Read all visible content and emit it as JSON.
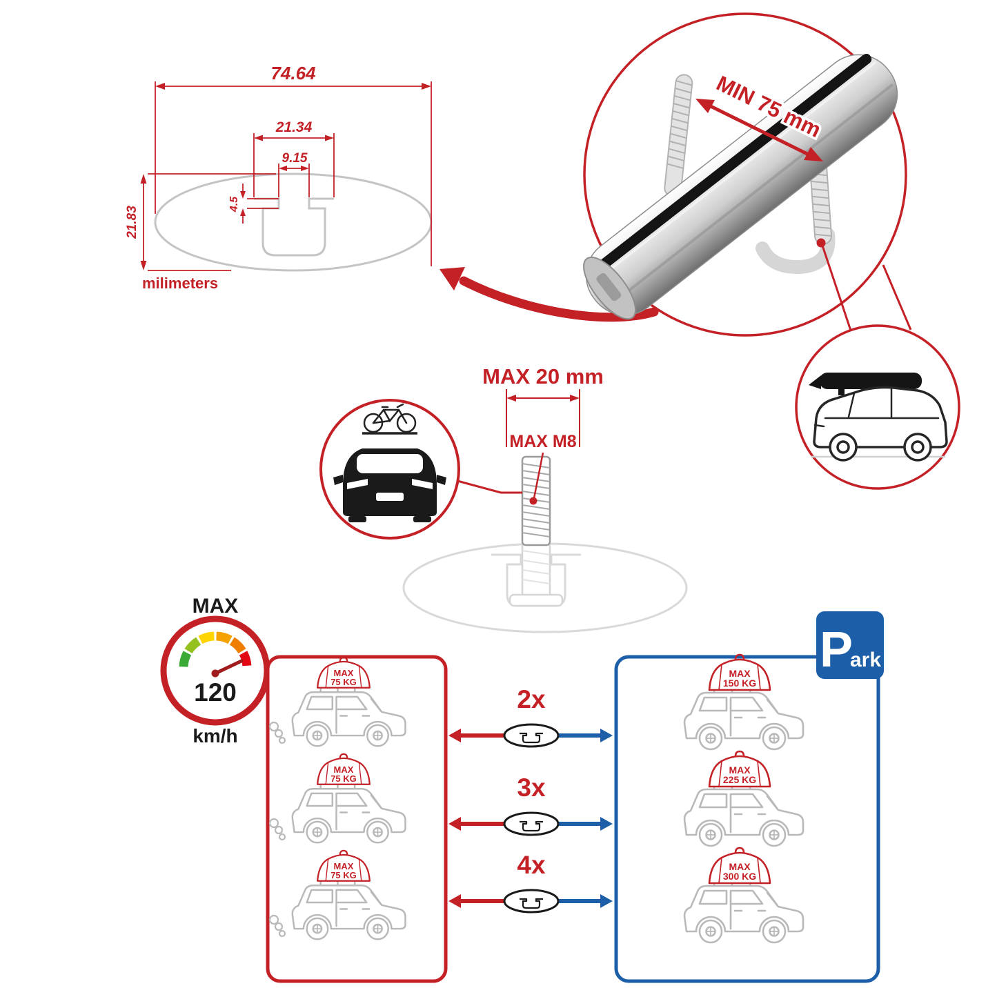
{
  "colors": {
    "red": "#c42127",
    "blue": "#1c5fa8",
    "line_gray": "#c4c4c4",
    "car_gray": "#b9b9b9",
    "black": "#1a1a1a"
  },
  "dimension_drawing": {
    "total_width": "74.64",
    "slot_outer_width": "21.34",
    "slot_inner_width": "9.15",
    "slot_depth": "4.5",
    "total_height": "21.83",
    "units_label": "milimeters"
  },
  "bar_detail": {
    "min_label": "MIN 75 mm"
  },
  "bolt_detail": {
    "max_width_label": "MAX 20 mm",
    "max_thread_label": "MAX M8"
  },
  "speedometer": {
    "title": "MAX",
    "value": "120",
    "units": "km/h"
  },
  "left_panel": {
    "cars": [
      {
        "max_label": "MAX",
        "weight": "75 KG"
      },
      {
        "max_label": "MAX",
        "weight": "75 KG"
      },
      {
        "max_label": "MAX",
        "weight": "75 KG"
      }
    ]
  },
  "right_panel": {
    "park_letter": "P",
    "park_suffix": "ark",
    "cars": [
      {
        "max_label": "MAX",
        "weight": "150 KG"
      },
      {
        "max_label": "MAX",
        "weight": "225 KG"
      },
      {
        "max_label": "MAX",
        "weight": "300 KG"
      }
    ]
  },
  "quantities": [
    {
      "label": "2x"
    },
    {
      "label": "3x"
    },
    {
      "label": "4x"
    }
  ]
}
